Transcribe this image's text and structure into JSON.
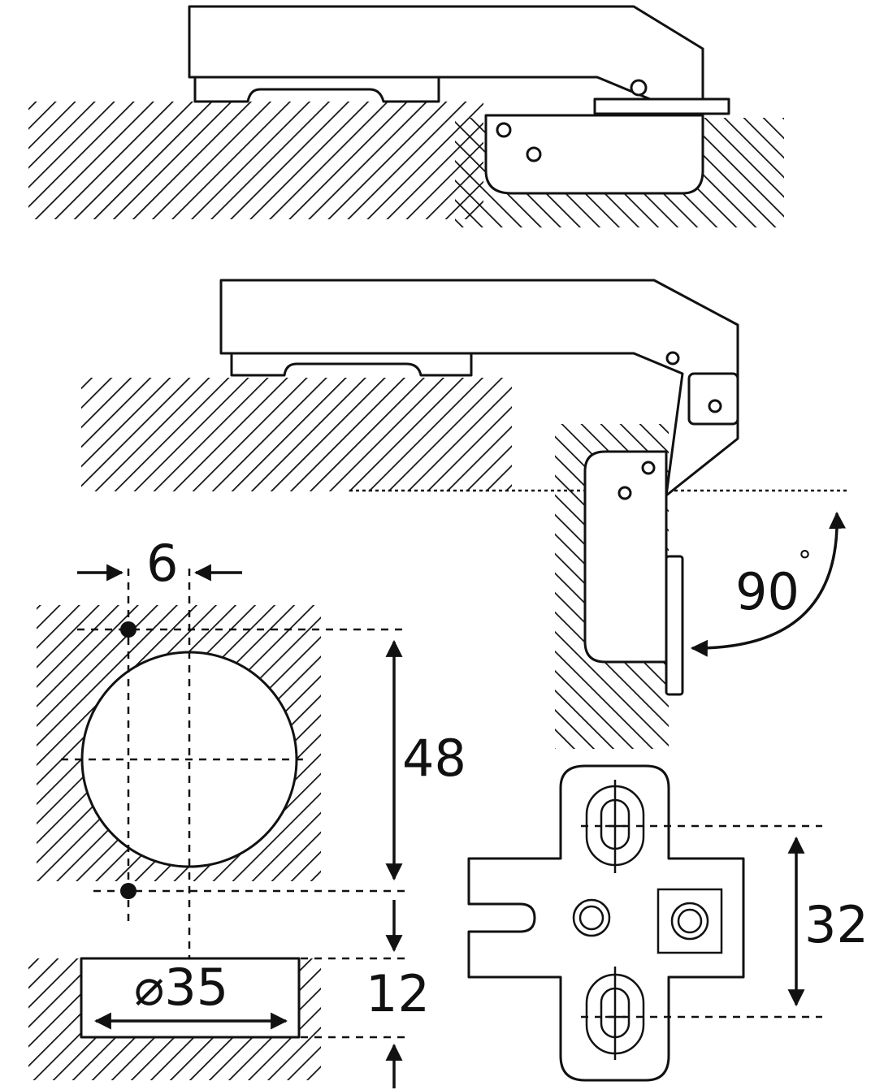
{
  "dimensions": {
    "offset": "6",
    "hole_spacing": "48",
    "edge_distance": "12",
    "cup_diameter_symbol": "⌀",
    "cup_diameter": "35",
    "plate_spacing": "32",
    "opening_angle": "90",
    "degree_symbol": "°"
  },
  "colors": {
    "line": "#111111",
    "background": "#ffffff"
  }
}
